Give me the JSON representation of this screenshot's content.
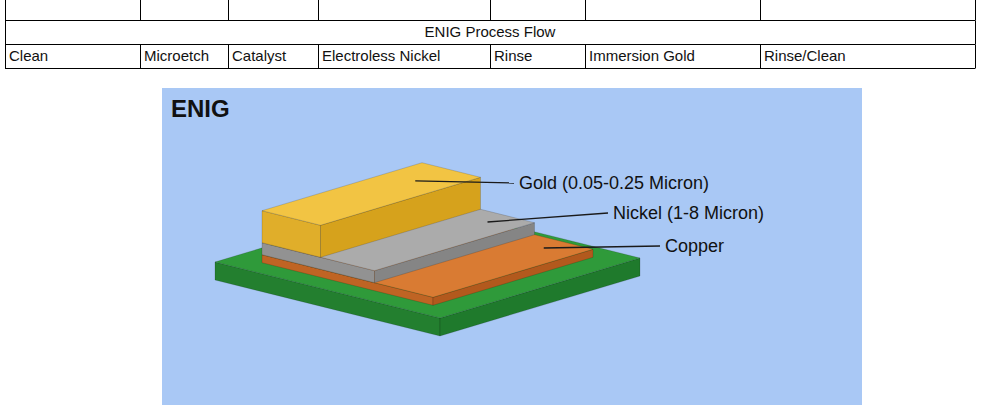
{
  "diagram": {
    "labels": [
      "ENIG Process Flow",
      "Clean",
      "Microetch",
      "Catalyst",
      "Electroless Nickel",
      "Rinse",
      "Immersion Gold",
      "Rinse/Clean",
      "ENIG",
      "Gold (0.05-0.25 Micron)",
      "Nickel (1-8 Micron)",
      "Copper"
    ]
  }
}
